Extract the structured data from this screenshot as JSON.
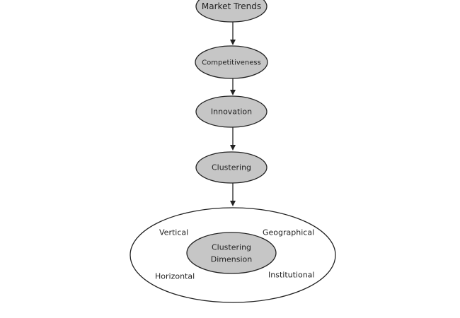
{
  "nodes": {
    "market_trends": "Market Trends",
    "competitiveness": "Competitiveness",
    "innovation": "Innovation",
    "clustering": "Clustering"
  },
  "dimension": {
    "center_line1": "Clustering",
    "center_line2": "Dimension",
    "vertical": "Vertical",
    "geographical": "Geographical",
    "horizontal": "Horizontal",
    "institutional": "Institutional"
  },
  "colors": {
    "node_fill": "#c6c6c6",
    "stroke": "#222222",
    "background": "#ffffff"
  }
}
